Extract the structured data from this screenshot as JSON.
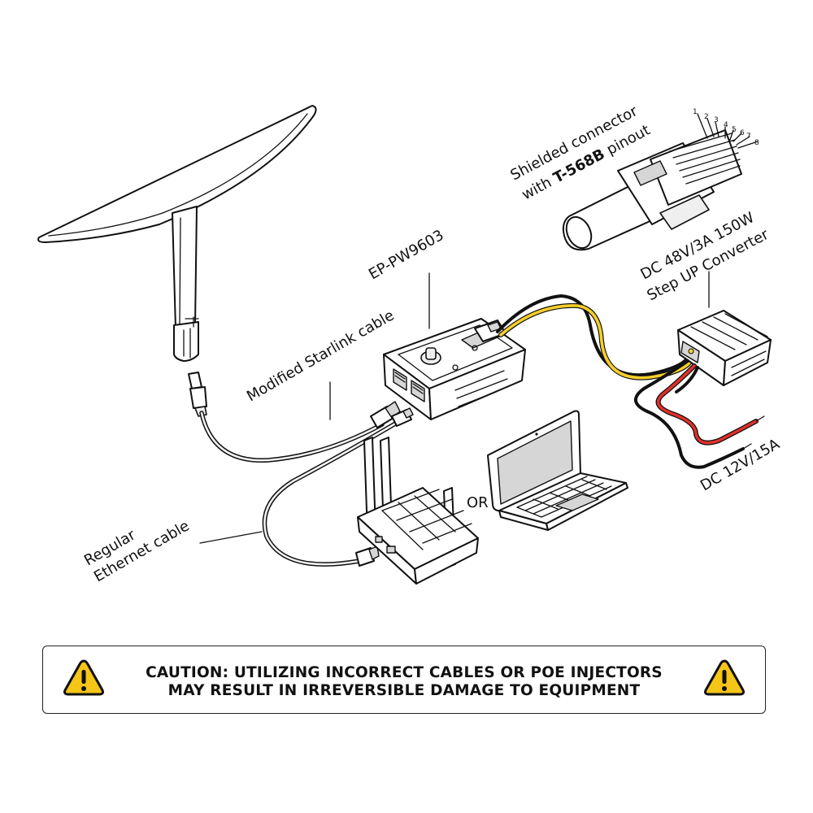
{
  "labels": {
    "shielded_connector_line1": "Shielded connector",
    "shielded_connector_line2_prefix": "with ",
    "shielded_connector_line2_bold": "T-568B",
    "shielded_connector_line2_suffix": " pinout",
    "pins": [
      "1",
      "2",
      "3",
      "4",
      "5",
      "6",
      "7",
      "8"
    ],
    "ep_pw9603": "EP-PW9603",
    "converter_line1": "DC 48V/3A 150W",
    "converter_line2": "Step UP Converter",
    "modified_starlink_cable": "Modified Starlink cable",
    "regular_ethernet_line1": "Regular",
    "regular_ethernet_line2": "Ethernet cable",
    "or": "OR",
    "dc_input": "DC 12V/15A"
  },
  "caution": {
    "line1": "CAUTION: UTILIZING INCORRECT CABLES OR POE INJECTORS",
    "line2": "MAY RESULT IN IRREVERSIBLE DAMAGE TO EQUIPMENT",
    "icon": "warning-triangle-icon",
    "icon_color": "#f5c518"
  },
  "colors": {
    "wire_yellow": "#f7cf2a",
    "wire_red": "#e2302b",
    "wire_black": "#111111"
  }
}
